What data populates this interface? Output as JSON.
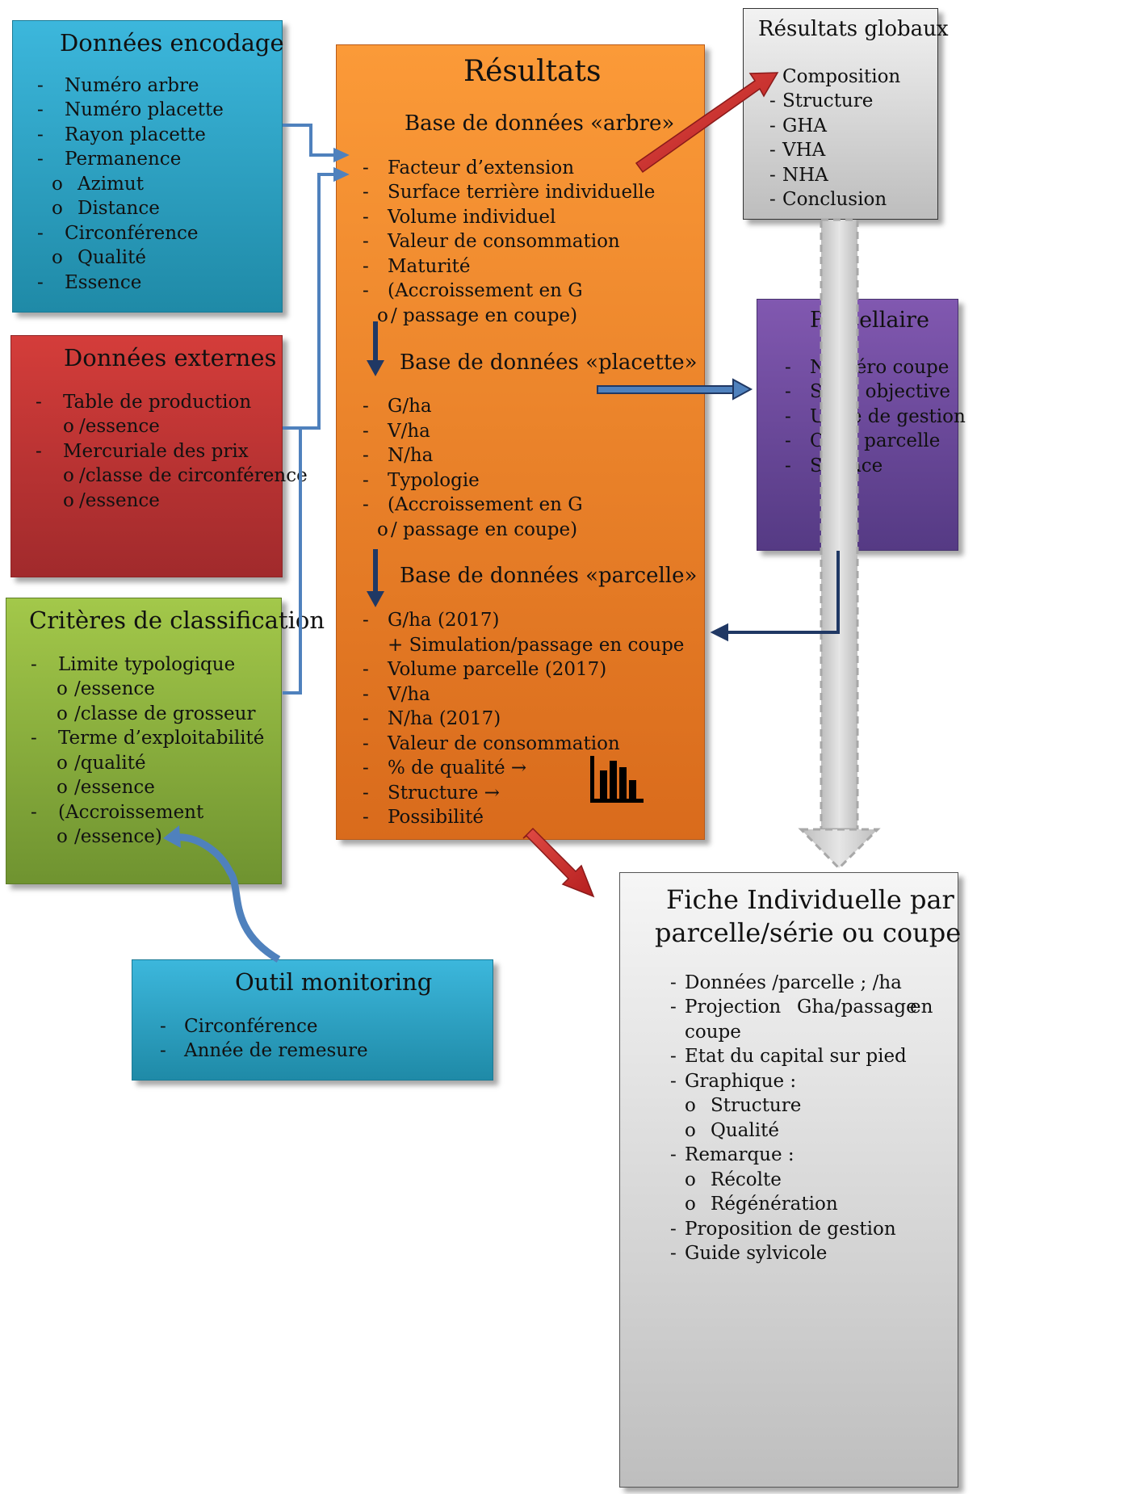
{
  "encodage": {
    "title": "Données encodage",
    "items": [
      "Numéro arbre",
      "Numéro placette",
      "Rayon placette",
      "Permanence",
      "Azimut",
      "Distance",
      "Circonférence",
      "Qualité",
      "Essence"
    ],
    "bullets": [
      "-",
      "-",
      "-",
      "-",
      "o",
      "o",
      "-",
      "o",
      "-"
    ]
  },
  "externes": {
    "title": "Données externes",
    "items": [
      "Table de production",
      "/essence",
      "Mercuriale des prix",
      "/classe de circonférence",
      "/essence"
    ],
    "bullets": [
      "-",
      "o",
      "-",
      "o",
      "o"
    ]
  },
  "criteres": {
    "title": "Critères de classification",
    "items": [
      "Limite typologique",
      "/essence",
      "/classe de grosseur",
      "Terme d’exploitabilité",
      "/qualité",
      "/essence",
      "(Accroissement",
      "/essence)"
    ],
    "bullets": [
      "-",
      "o",
      "o",
      "-",
      "o",
      "o",
      "-",
      "o"
    ]
  },
  "monitoring": {
    "title": "Outil monitoring",
    "items": [
      "Circonférence",
      "Année de remesure"
    ],
    "bullets": [
      "-",
      "-"
    ]
  },
  "resultats": {
    "title": "Résultats",
    "arbre": {
      "heading": "Base de données «arbre»",
      "items": [
        "Facteur d’extension",
        "Surface terrière individuelle",
        "Volume individuel",
        "Valeur de consommation",
        "Maturité",
        "(Accroissement en G",
        "/ passage en coupe)"
      ],
      "bullets": [
        "-",
        "-",
        "-",
        "-",
        "-",
        "-",
        "o"
      ]
    },
    "placette": {
      "heading": "Base de données «placette»",
      "items": [
        "G/ha",
        "V/ha",
        "N/ha",
        "Typologie",
        "(Accroissement en G",
        "/ passage en coupe)"
      ],
      "bullets": [
        "-",
        "-",
        "-",
        "-",
        "-",
        "o"
      ]
    },
    "parcelle": {
      "heading": "Base de données «parcelle»",
      "items": [
        "G/ha (2017)",
        "+ Simulation/passage en coupe",
        "Volume parcelle (2017)",
        "V/ha",
        "N/ha (2017)",
        "Valeur de consommation",
        "% de qualité →",
        "Structure →",
        "Possibilité"
      ],
      "bullets": [
        "-",
        "",
        "-",
        "-",
        "-",
        "-",
        "-",
        "-",
        "-"
      ]
    },
    "chart_icon": "bar-chart-icon"
  },
  "globaux": {
    "title": "Résultats globaux",
    "items": [
      "Composition",
      "Structure",
      "GHA",
      "VHA",
      "NHA",
      "Conclusion"
    ],
    "bullets": [
      "-",
      "-",
      "-",
      "-",
      "-",
      "-"
    ]
  },
  "parcellaire": {
    "title": "Parcellaire",
    "items": [
      "Numéro coupe",
      "Série objective",
      "Unité de gestion",
      "Code parcelle",
      "Surface"
    ],
    "bullets": [
      "-",
      "-",
      "-",
      "-",
      "-"
    ]
  },
  "fiche": {
    "title_line1": "Fiche Individuelle par",
    "title_line2": "parcelle/série ou coupe",
    "items": [
      "Données /parcelle ; /ha",
      "Projection",
      "Gha/passage",
      "en",
      "coupe",
      "Etat du capital sur pied",
      "Graphique :",
      "Structure",
      "Qualité",
      "Remarque :",
      "Récolte",
      "Régénération",
      "Proposition de gestion",
      "Guide sylvicole"
    ],
    "bullets": [
      "-",
      "-",
      "o",
      "o",
      "-",
      "o",
      "o",
      "-",
      "-"
    ]
  },
  "colors": {
    "encodage": "#2aa6c8",
    "externes": "#c43333",
    "criteres": "#8fb83e",
    "monitoring": "#2aa6c8",
    "resultats": "#f08a2a",
    "globaux": "#d5d5d5",
    "parcellaire": "#6b4a9e",
    "fiche": "#cfcfcf",
    "connector": "#4f81bd",
    "red_arrow": "#d8322e"
  }
}
